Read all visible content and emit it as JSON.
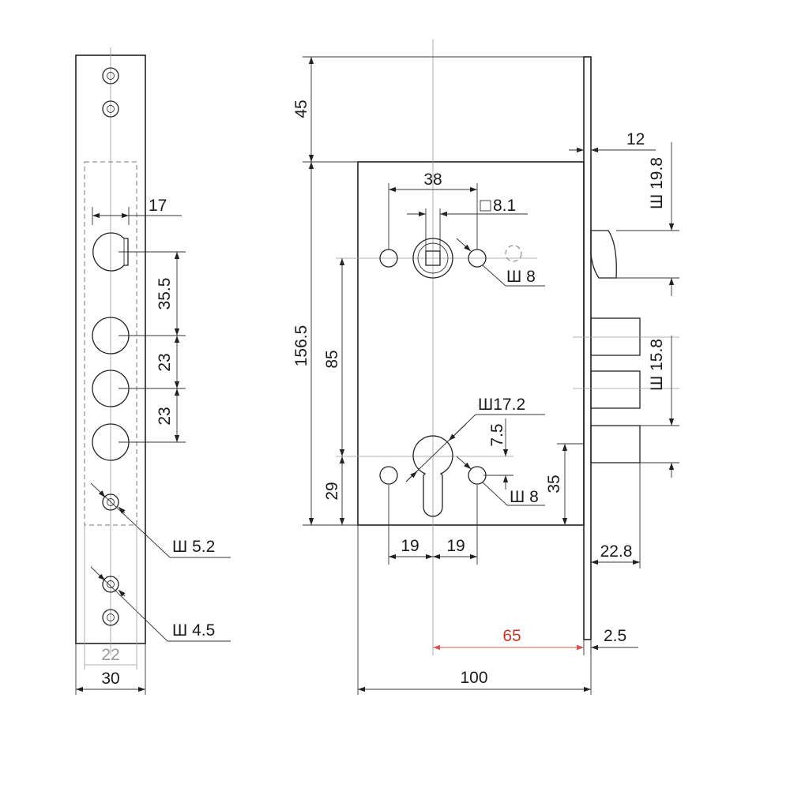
{
  "dimensions": {
    "faceplate_hole_pitch": "17",
    "faceplate_spacing_1": "35.5",
    "faceplate_spacing_2": "23",
    "faceplate_spacing_3": "23",
    "faceplate_hole_dia_1": "Ш 5.2",
    "faceplate_hole_dia_2": "Ш 4.5",
    "faceplate_inner_width": "22",
    "faceplate_width": "30",
    "top_offset": "45",
    "body_height": "156.5",
    "spindle_to_cylinder": "85",
    "cylinder_to_bottom": "29",
    "spindle_hole_spacing": "38",
    "spindle_square": "8.1",
    "spindle_screw_dia": "Ш 8",
    "cylinder_dia": "Ш17.2",
    "cylinder_offset": "7.5",
    "cylinder_screw_dia": "Ш 8",
    "cylinder_height": "35",
    "cylinder_left": "19",
    "cylinder_right": "19",
    "faceplate_thickness": "12",
    "latch_width": "Ш 19.8",
    "bolt_width": "Ш 15.8",
    "bolt_throw": "22.8",
    "faceplate_depth": "2.5",
    "backset": "65",
    "body_width": "100"
  },
  "colors": {
    "line": "#222222",
    "centerline": "#9a9a9a",
    "inner_dimension": "#9a9a9a",
    "backset_dimension": "#d9534f"
  }
}
